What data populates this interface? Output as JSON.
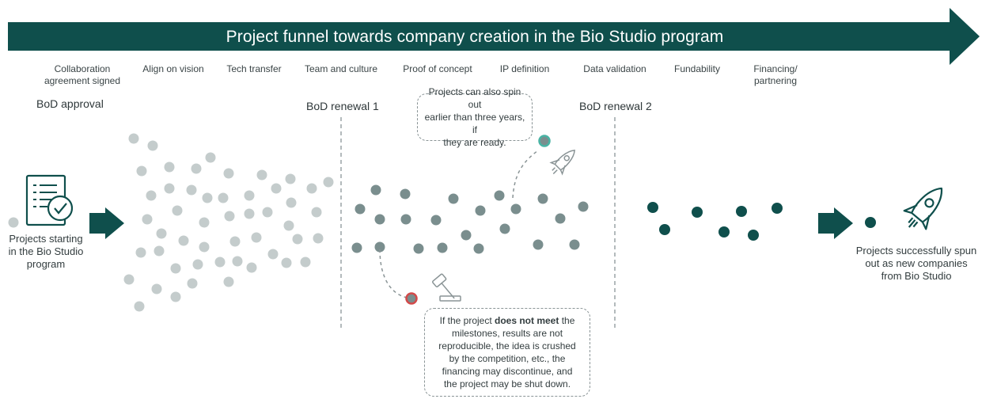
{
  "banner": {
    "title": "Project funnel towards company creation in the Bio Studio program",
    "color": "#0f4f4c"
  },
  "stages": [
    {
      "line1": "Collaboration",
      "line2": "agreement signed"
    },
    {
      "line1": "Align on vision",
      "line2": ""
    },
    {
      "line1": "Tech transfer",
      "line2": ""
    },
    {
      "line1": "Team and culture",
      "line2": ""
    },
    {
      "line1": "Proof of concept",
      "line2": ""
    },
    {
      "line1": "IP definition",
      "line2": ""
    },
    {
      "line1": "Data validation",
      "line2": ""
    },
    {
      "line1": "Fundability",
      "line2": ""
    },
    {
      "line1": "Financing/",
      "line2": "partnering"
    }
  ],
  "milestones": {
    "bod_approval": "BoD approval",
    "bod_renewal_1": "BoD renewal 1",
    "bod_renewal_2": "BoD renewal 2"
  },
  "labels": {
    "start": [
      "Projects starting",
      "in the Bio Studio",
      "program"
    ],
    "end": [
      "Projects successfully spun",
      "out as new companies",
      "from Bio Studio"
    ]
  },
  "callouts": {
    "early_spinout": [
      "Projects can also spin out",
      "earlier than three years, if",
      "they are ready."
    ],
    "shutdown": {
      "before": "If the project ",
      "bold": "does not meet",
      "after": " the milestones, results are not reproducible, the idea is crushed by the competition, etc., the financing may discontinue, and the project may be shut down."
    }
  },
  "icons": {
    "document": "document-checkmark-icon",
    "arrow_in": "right-arrow-icon",
    "arrow_out": "right-arrow-icon",
    "rocket_small": "rocket-icon",
    "rocket_large": "rocket-icon",
    "gavel": "gavel-icon"
  },
  "colors": {
    "dark_teal": "#0f4f4c",
    "light_dot": "#c4cccc",
    "mid_dot": "#7a8e8e",
    "dark_dot": "#0f4f4c",
    "spinout_dot": "#49b3a4",
    "fail_dot": "#d24a4a",
    "line_gray": "#9aa4a6"
  }
}
